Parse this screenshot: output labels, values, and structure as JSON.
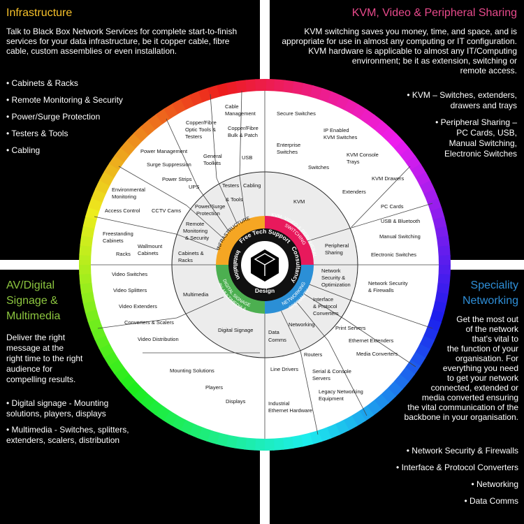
{
  "colors": {
    "infrastructure": "#f5a623",
    "kvm": "#e8195c",
    "speciality": "#2b8fd6",
    "av": "#4caf50",
    "panel_bg": "#000000",
    "title_infra": "#f7c12a",
    "title_kvm": "#e84a8c",
    "title_spec": "#2f8fd8",
    "title_av": "#8dc63f"
  },
  "infrastructure": {
    "title": "Infrastructure",
    "description": [
      "Talk to Black Box Network Services for complete start-to-finish",
      "services for your data infrastructure, be it copper cable, fibre",
      "cable, custom assemblies or even installation."
    ],
    "bullets": [
      "• Cabinets & Racks",
      "• Remote Monitoring & Security",
      "• Power/Surge Protection",
      "• Testers & Tools",
      "• Cabling"
    ]
  },
  "kvm": {
    "title": "KVM, Video & Peripheral Sharing",
    "description": [
      "KVM switching saves you money, time, and space, and is",
      "appropriate for use in almost any computing or IT configuration.",
      "KVM hardware is applicable to almost any IT/Computing",
      "environment; be it as extension, switching or",
      "remote access."
    ],
    "bullets": [
      [
        "• KVM – Switches, extenders,",
        "drawers and trays"
      ],
      [
        "• Peripheral Sharing –",
        "PC Cards, USB,",
        "Manual Switching,",
        "Electronic Switches"
      ]
    ]
  },
  "av": {
    "title": [
      "AV/Digital",
      "Signage &",
      "Multimedia"
    ],
    "description": [
      "Deliver the right",
      "message at the",
      "right time to the right",
      "audience for",
      "compelling results."
    ],
    "bullets": [
      [
        "• Digital signage - Mounting",
        "solutions, players, displays"
      ],
      [
        "• Multimedia - Switches, splitters,",
        "extenders, scalers, distribution"
      ]
    ]
  },
  "speciality": {
    "title": [
      "Speciality",
      "Networking"
    ],
    "description": [
      "Get the most out",
      "of the network",
      "that's vital to",
      "the function of your",
      "organisation. For",
      "everything you need",
      "to get your network",
      "connected, extended or",
      "media converted ensuring",
      "the vital communication of the",
      "backbone in your organisation."
    ],
    "bullets": [
      "• Network Security & Firewalls",
      "• Interface & Protocol Converters",
      "• Networking",
      "• Data Comms"
    ]
  },
  "wheel": {
    "center_ring": [
      "Free Tech Support",
      "Consultancy",
      "Design",
      "Installation"
    ],
    "sectors": [
      "INFRASTRUCTURE",
      "KVM, VIDEO & PERIPHERAL",
      "SWITCHING",
      "SPECIALITY",
      "NETWORKING",
      "AV, MULTIMEDIA &",
      "DIGITAL SIGNAGE"
    ],
    "mid_labels": {
      "testers_tools": [
        "Testers",
        "& Tools"
      ],
      "cabling": "Cabling",
      "power_surge": [
        "Power/Surge",
        "Protection"
      ],
      "remote_monitoring": [
        "Remote",
        "Monitoring",
        "& Security"
      ],
      "cabinets_racks": [
        "Cabinets &",
        "Racks"
      ],
      "kvm": "KVM",
      "peripheral_sharing": [
        "Peripheral",
        "Sharing"
      ],
      "network_security": [
        "Network",
        "Security &",
        "Optimization"
      ],
      "interface_protocol": [
        "Interface",
        "& Protocol",
        "Converters"
      ],
      "networking": "Networking",
      "data_comms": [
        "Data",
        "Comms"
      ],
      "digital_signage": "Digital Signage",
      "multimedia": "Multimedia"
    },
    "outer_labels": {
      "cable_management": [
        "Cable",
        "Management"
      ],
      "copper_fibre_optic": [
        "Copper/Fibre",
        "Optic Tools &",
        "Testers"
      ],
      "copper_fibre_bulk": [
        "Copper/Fibre",
        "Bulk & Patch"
      ],
      "general_toolkits": [
        "General",
        "Toolkits"
      ],
      "usb": "USB",
      "power_management": "Power Management",
      "surge_suppression": "Surge Suppression",
      "power_strips": "Power Strips",
      "ups": "UPS",
      "environmental_monitoring": [
        "Environmental",
        "Monitoring"
      ],
      "access_control": "Access Control",
      "cctv_cams": "CCTV Cams",
      "freestanding_cabinets": [
        "Freestanding",
        "Cabinets"
      ],
      "racks": "Racks",
      "wallmount_cabinets": [
        "Wallmount",
        "Cabinets"
      ],
      "secure_switches": "Secure Switches",
      "ip_enabled_kvm": [
        "IP Enabled",
        "KVM Switches"
      ],
      "enterprise_switches": [
        "Enterprise",
        "Switches"
      ],
      "kvm_console_trays": [
        "KVM Console",
        "Trays"
      ],
      "switches": "Switches",
      "kvm_drawers": "KVM Drawers",
      "extenders": "Extenders",
      "pc_cards": "PC Cards",
      "usb_bluetooth": "USB & Bluetooth",
      "manual_switching": "Manual Switching",
      "electronic_switches": "Electronic Switches",
      "network_security_firewalls": [
        "Network Security",
        "& Firewalls"
      ],
      "print_servers": "Print Servers",
      "ethernet_extenders": "Ethernet Extenders",
      "media_converters": "Media Converters",
      "routers": "Routers",
      "serial_console": [
        "Serial & Console",
        "Servers"
      ],
      "legacy_networking": [
        "Legacy Networking",
        "Equipment"
      ],
      "line_drivers": "Line Drivers",
      "industrial_ethernet": [
        "Industrial",
        "Ethernet Hardware"
      ],
      "video_switches": "Video Switches",
      "video_splitters": "Video Splitters",
      "video_extenders": "Video Extenders",
      "converters_scalers": "Converters & Scalers",
      "video_distribution": "Video Distribution",
      "mounting_solutions": "Mounting Solutions",
      "players": "Players",
      "displays": "Displays"
    }
  }
}
